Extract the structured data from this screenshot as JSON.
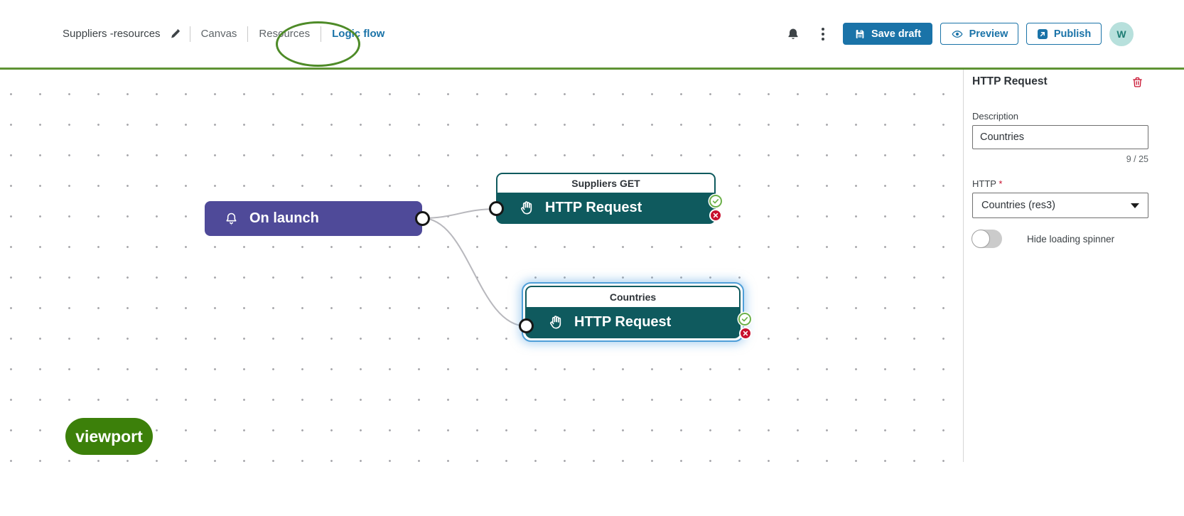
{
  "header": {
    "title": "Suppliers -resources",
    "tabs": [
      {
        "label": "Canvas",
        "active": false
      },
      {
        "label": "Resources",
        "active": false
      },
      {
        "label": "Logic flow",
        "active": true
      }
    ],
    "actions": {
      "save": "Save draft",
      "preview": "Preview",
      "publish": "Publish"
    },
    "avatar": "W"
  },
  "canvas": {
    "nodes": {
      "on_launch": {
        "label": "On launch",
        "icon": "bell-icon",
        "type": "trigger"
      },
      "suppliers": {
        "group": "Suppliers GET",
        "label": "HTTP Request",
        "icon": "hand-icon",
        "selected": false
      },
      "countries": {
        "group": "Countries",
        "label": "HTTP Request",
        "icon": "hand-icon",
        "selected": true
      }
    },
    "edges": [
      {
        "from": "on_launch",
        "to": "suppliers"
      },
      {
        "from": "on_launch",
        "to": "countries"
      }
    ]
  },
  "panel": {
    "title": "HTTP Request",
    "delete_icon": "trash-icon",
    "description": {
      "label": "Description",
      "value": "Countries",
      "counter": "9 / 25"
    },
    "http": {
      "label": "HTTP",
      "required_mark": "*",
      "value": "Countries (res3)",
      "caret_icon": "chevron-down-icon"
    },
    "toggle": {
      "label": "Hide loading spinner",
      "state": "off"
    }
  },
  "annotations": {
    "badge": "viewport",
    "highlight": "ellipse-around-logic-flow-tab"
  },
  "colors": {
    "accent_blue": "#1a73a8",
    "node_teal": "#0f5a5e",
    "node_purple": "#4f4a99",
    "annotation_green": "#4e8b28",
    "badge_green": "#3c800a",
    "error_red": "#c8102e",
    "success_green": "#6cb04a",
    "selection_blue": "#4f9fd8"
  }
}
